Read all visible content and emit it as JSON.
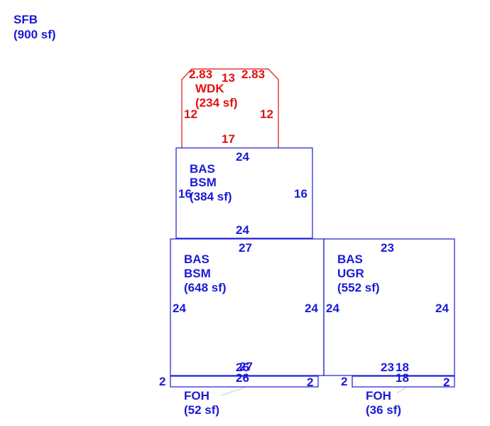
{
  "summary": {
    "code": "SFB",
    "area": "(900 sf)"
  },
  "areas": {
    "wdk": {
      "code": "WDK",
      "area": "(234 sf)",
      "dims": {
        "top_left": "2.83",
        "top": "13",
        "top_right": "2.83",
        "left": "12",
        "right": "12",
        "bottom": "17"
      }
    },
    "bsm_upper": {
      "line1": "BAS",
      "line2": "BSM",
      "area": "(384 sf)",
      "dims": {
        "top": "24",
        "left": "16",
        "right": "16",
        "bottom": "24"
      }
    },
    "bsm_lower": {
      "line1": "BAS",
      "line2": "BSM",
      "area": "(648 sf)",
      "dims": {
        "top": "27",
        "left": "24",
        "right": "24",
        "bottom_a": "26",
        "bottom_b": "27"
      }
    },
    "ugr": {
      "line1": "BAS",
      "line2": "UGR",
      "area": "(552 sf)",
      "dims": {
        "top": "23",
        "left": "24",
        "right": "24",
        "bottom_a": "23",
        "bottom_b": "18"
      }
    },
    "foh_left": {
      "code": "FOH",
      "area": "(52 sf)",
      "dims": {
        "top": "26",
        "left": "2",
        "right": "2"
      }
    },
    "foh_right": {
      "code": "FOH",
      "area": "(36 sf)",
      "dims": {
        "top": "18",
        "left": "2",
        "right": "2"
      }
    }
  },
  "colors": {
    "base": "#1a1ad6",
    "deck": "#e01010"
  }
}
